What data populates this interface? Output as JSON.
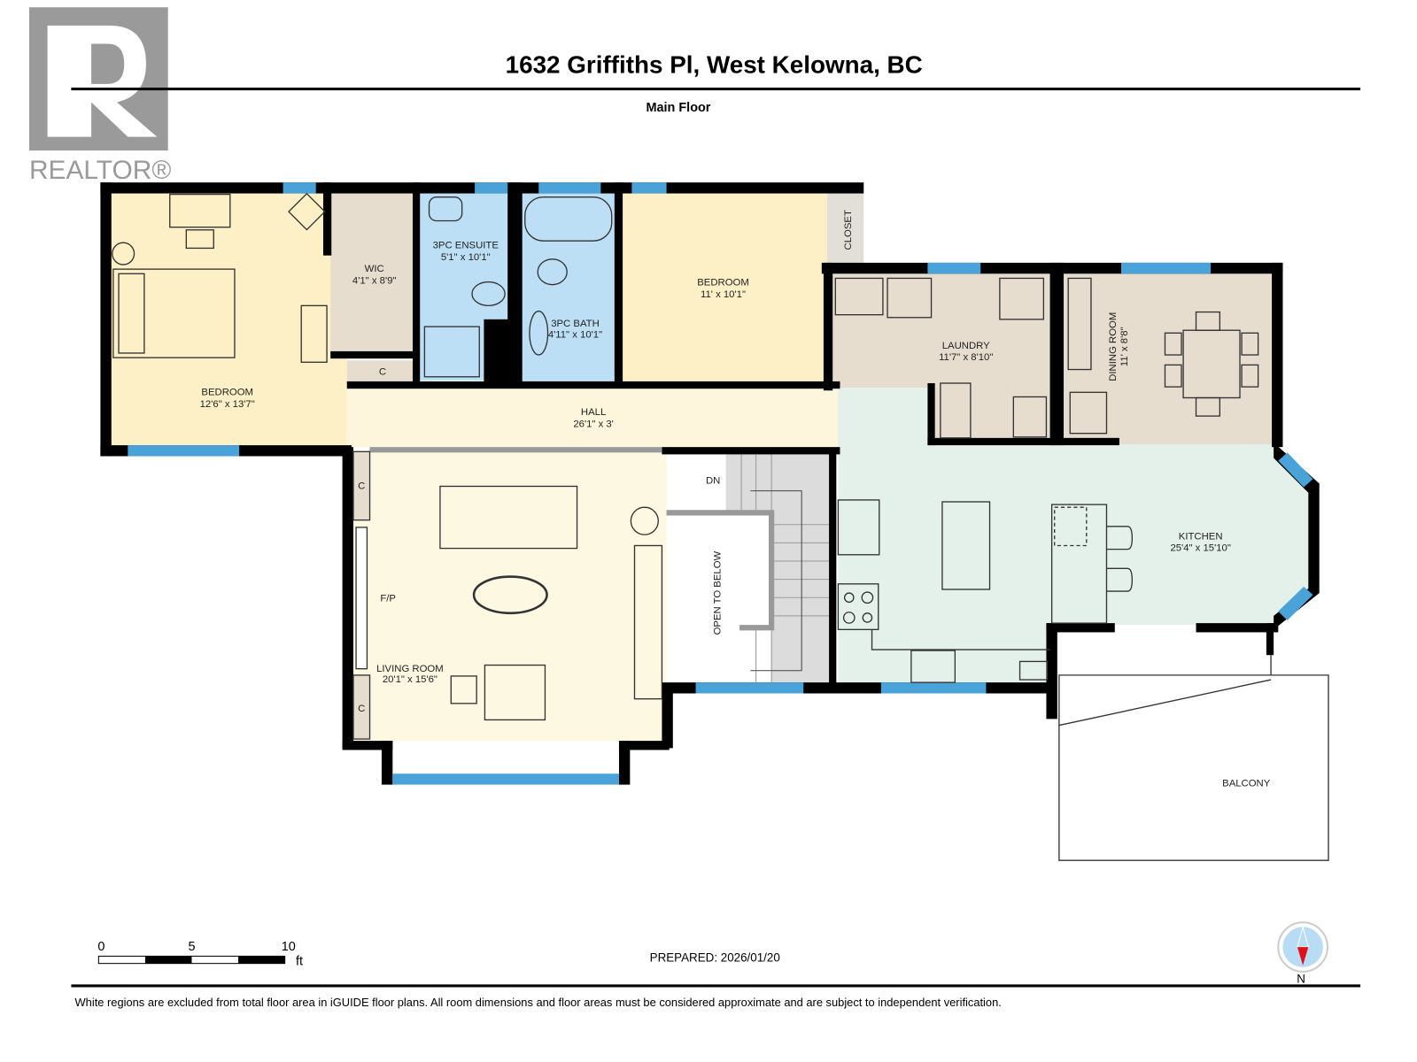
{
  "header": {
    "title": "1632 Griffiths Pl, West Kelowna, BC",
    "floor": "Main Floor",
    "logo_text": "REALTOR®"
  },
  "rooms": {
    "bedroom_main": {
      "name": "BEDROOM",
      "dims": "12'6\" x 13'7\""
    },
    "wic": {
      "name": "WIC",
      "dims": "4'1\" x 8'9\""
    },
    "ensuite": {
      "name": "3PC ENSUITE",
      "dims": "5'1\" x 10'1\""
    },
    "bath": {
      "name": "3PC BATH",
      "dims": "4'11\" x 10'1\""
    },
    "bedroom_2": {
      "name": "BEDROOM",
      "dims": "11' x 10'1\""
    },
    "closet": {
      "name": "CLOSET"
    },
    "laundry": {
      "name": "LAUNDRY",
      "dims": "11'7\" x 8'10\""
    },
    "dining": {
      "name": "DINING ROOM",
      "dims": "11' x 8'8\""
    },
    "hall": {
      "name": "HALL",
      "dims": "26'1\" x 3'"
    },
    "kitchen": {
      "name": "KITCHEN",
      "dims": "25'4\" x 15'10\""
    },
    "living": {
      "name": "LIVING ROOM",
      "dims": "20'1\" x 15'6\""
    },
    "open_below": {
      "name": "OPEN TO BELOW"
    },
    "balcony": {
      "name": "BALCONY"
    },
    "closet_c": "C",
    "fireplace": "F/P",
    "stairs_down": "DN"
  },
  "colors": {
    "bedroom": "#fdf0c6",
    "hall": "#fdf6dc",
    "bath": "#bcdff5",
    "utility": "#e7ddcf",
    "kitchen": "#e3f1ea",
    "window": "#4aa3d8"
  },
  "footer": {
    "scale_labels": [
      "0",
      "5",
      "10"
    ],
    "scale_unit": "ft",
    "prepared": "PREPARED: 2026/01/20",
    "north": "N",
    "disclaimer": "White regions are excluded from total floor area in iGUIDE floor plans. All room dimensions and floor areas must be considered approximate and are subject to independent verification."
  }
}
